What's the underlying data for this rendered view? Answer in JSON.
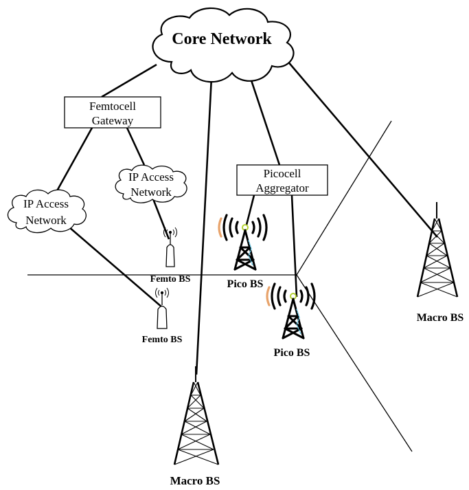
{
  "nodes": {
    "core_network": "Core Network",
    "femtocell_gateway_line1": "Femtocell",
    "femtocell_gateway_line2": "Gateway",
    "picocell_aggregator_line1": "Picocell",
    "picocell_aggregator_line2": "Aggregator",
    "ip_access_left_line1": "IP Access",
    "ip_access_left_line2": "Network",
    "ip_access_mid_line1": "IP Access",
    "ip_access_mid_line2": "Network"
  },
  "stations": {
    "femto_bs_upper": "Femto BS",
    "femto_bs_lower": "Femto BS",
    "pico_bs_upper": "Pico BS",
    "pico_bs_lower": "Pico BS",
    "macro_bs_right": "Macro BS",
    "macro_bs_bottom": "Macro BS"
  },
  "colors": {
    "line": "#000000",
    "signal_orange": "#e8a36b",
    "signal_cyan": "#5fc8e8",
    "signal_green": "#b5d334"
  }
}
